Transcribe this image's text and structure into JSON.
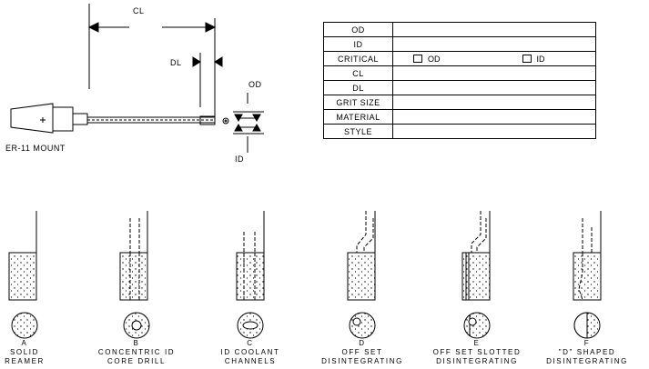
{
  "dimensions": {
    "cl": "CL",
    "dl": "DL",
    "od": "OD",
    "id": "ID",
    "mount": "ER-11 MOUNT"
  },
  "spec_table": {
    "rows": [
      {
        "label": "OD",
        "value": ""
      },
      {
        "label": "ID",
        "value": ""
      },
      {
        "label": "CRITICAL",
        "value": ""
      },
      {
        "label": "CL",
        "value": ""
      },
      {
        "label": "DL",
        "value": ""
      },
      {
        "label": "GRIT SIZE",
        "value": ""
      },
      {
        "label": "MATERIAL",
        "value": ""
      },
      {
        "label": "STYLE",
        "value": ""
      }
    ],
    "critical_options": [
      "OD",
      "ID"
    ]
  },
  "styles": [
    {
      "letter": "A",
      "line1": "SOLID",
      "line2": "REAMER"
    },
    {
      "letter": "B",
      "line1": "CONCENTRIC ID",
      "line2": "CORE DRILL"
    },
    {
      "letter": "C",
      "line1": "ID COOLANT",
      "line2": "CHANNELS"
    },
    {
      "letter": "D",
      "line1": "OFF SET",
      "line2": "DISINTEGRATING"
    },
    {
      "letter": "E",
      "line1": "OFF SET SLOTTED",
      "line2": "DISINTEGRATING"
    },
    {
      "letter": "F",
      "line1": "\"D\" SHAPED",
      "line2": "DISINTEGRATING"
    }
  ]
}
